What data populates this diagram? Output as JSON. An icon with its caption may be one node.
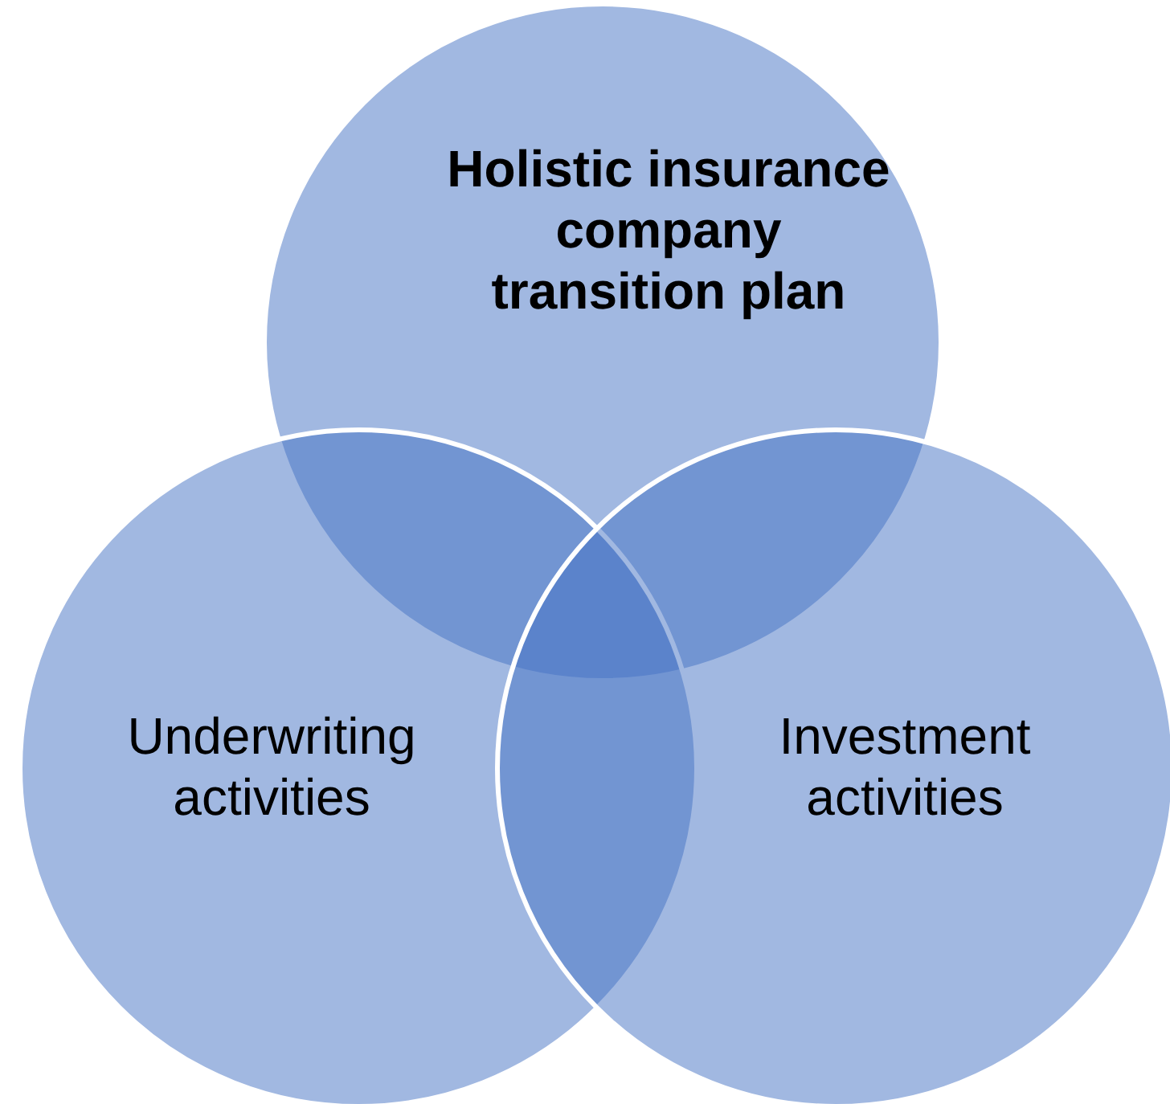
{
  "diagram": {
    "nodes": [
      {
        "text": [
          "Holistic insurance company transition plan"
        ]
      },
      {
        "text": [
          "Underwriting activities"
        ]
      },
      {
        "text": [
          "Investment activities"
        ]
      }
    ]
  }
}
